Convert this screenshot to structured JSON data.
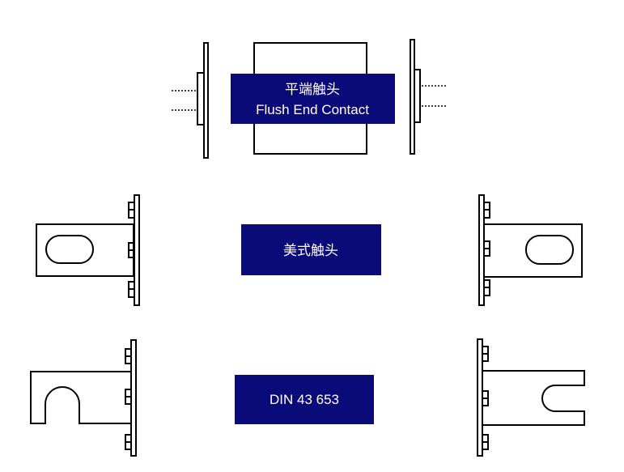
{
  "colors": {
    "label_bg": "#0a0a78",
    "label_text": "#ffffff",
    "line": "#000000"
  },
  "labels": {
    "flush": {
      "line1": "平端触头",
      "line2": "Flush End Contact"
    },
    "american": {
      "line1": "美式触头"
    },
    "din": {
      "line1": "DIN 43 653"
    }
  }
}
